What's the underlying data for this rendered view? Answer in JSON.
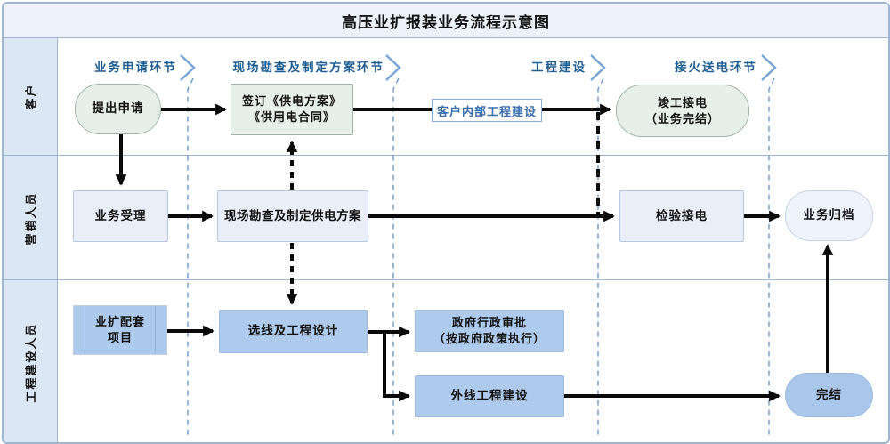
{
  "title": "高压业扩报装业务流程示意图",
  "lanes": [
    {
      "label": "客户"
    },
    {
      "label": "营销人员"
    },
    {
      "label": "工程建设人员"
    }
  ],
  "phases": [
    {
      "label": "业务申请环节"
    },
    {
      "label": "现场勘查及制定方案环节"
    },
    {
      "label": "工程建设"
    },
    {
      "label": "接火送电环节"
    }
  ],
  "nodes": {
    "tichushenqing": "提出申请",
    "qianding": "签订《供电方案》\n《供用电合同》",
    "kehuneibu": "客户内部工程建设",
    "jungong": "竣工接电\n（业务完结）",
    "yewushouli": "业务受理",
    "xianchangkancha": "现场勘查及制定供电方案",
    "jianyanjiedian": "检验接电",
    "yewuguidang": "业务归档",
    "yekuopeitao": "业扩配套\n项目",
    "xuanxian": "选线及工程设计",
    "zhengfushenpi": "政府行政审批\n（按政府政策执行）",
    "waixian": "外线工程建设",
    "wanjie": "完结"
  },
  "colors": {
    "frame_border": "#9fb6d2",
    "title_band_bg": "#edf1f9",
    "lane_label_bg": "#dce7f5",
    "phase_text": "#1e5e92",
    "chevron": "#79a5d7",
    "separator_dash": "#5e92c8",
    "green_node_bg": "#e6efe9",
    "lightblue_node_bg": "#e9eef8",
    "medblue_node_bg": "#aecbed",
    "stadium_blue_bg": "#a9c7ea",
    "flow_tag_text": "#3a6fae",
    "arrow": "#0a0a0a"
  }
}
